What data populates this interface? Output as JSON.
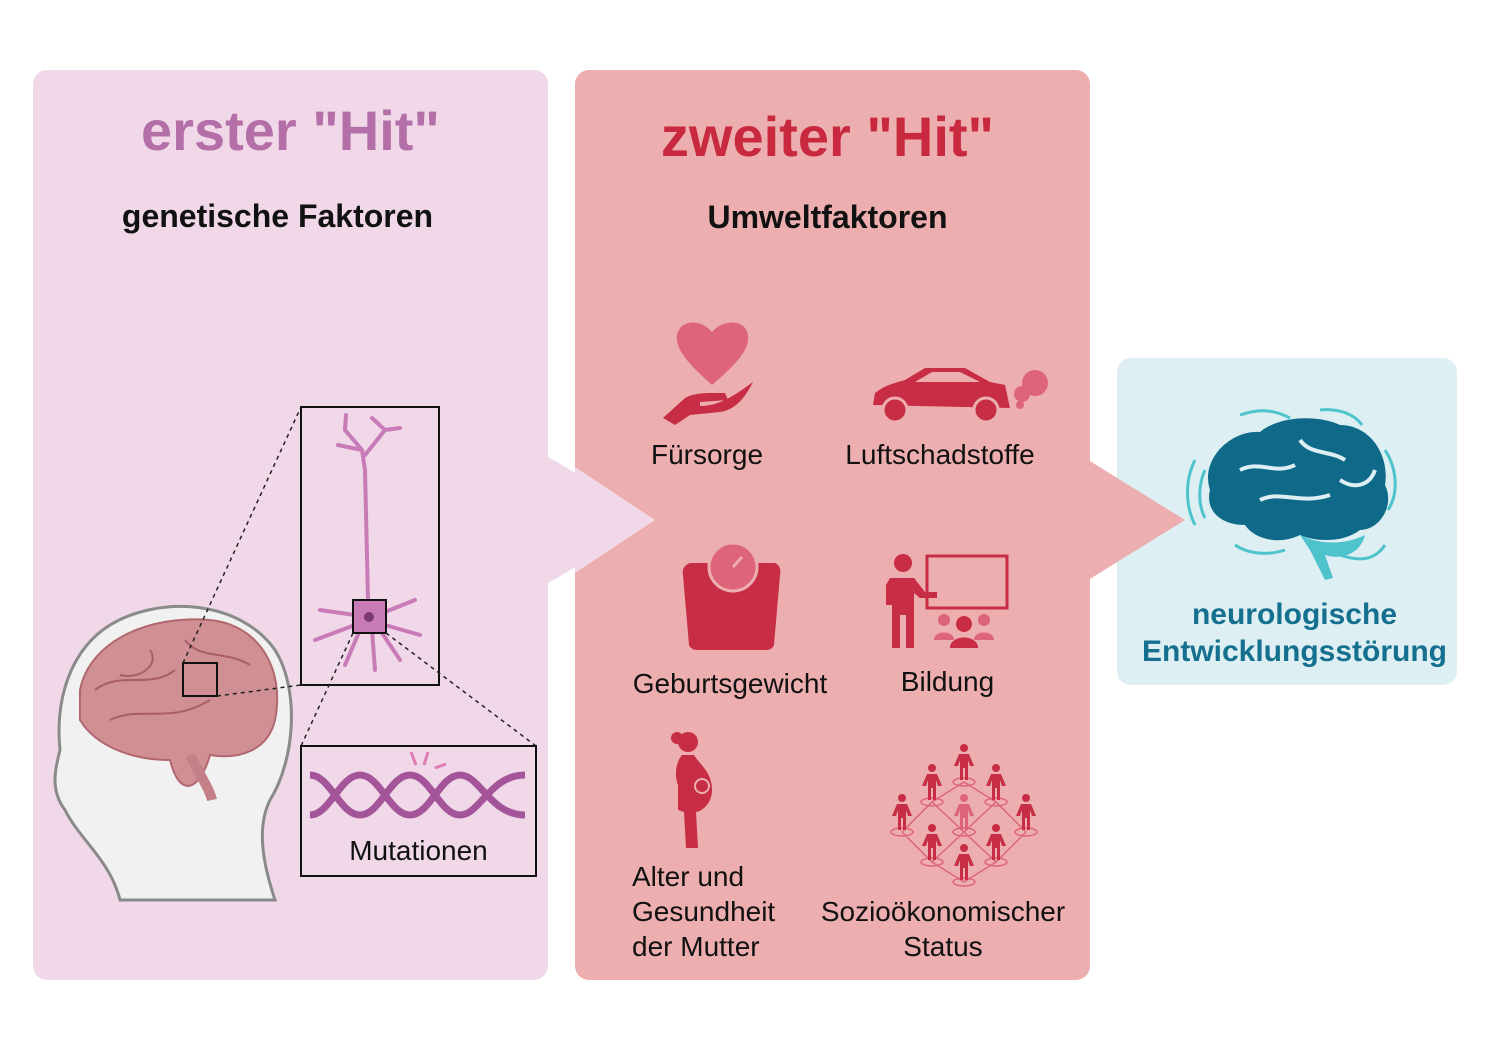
{
  "panels": {
    "first": {
      "title": "erster \"Hit\"",
      "subtitle": "genetische Faktoren",
      "mutation_label": "Mutationen"
    },
    "second": {
      "title": "zweiter \"Hit\"",
      "subtitle": "Umweltfaktoren",
      "factors": [
        {
          "label": "Fürsorge",
          "icon": "heart-hand-icon"
        },
        {
          "label": "Luftschadstoffe",
          "icon": "car-exhaust-icon"
        },
        {
          "label": "Geburtsgewicht",
          "icon": "scale-icon"
        },
        {
          "label": "Bildung",
          "icon": "teacher-icon"
        },
        {
          "label": "Alter und\nGesundheit\nder Mutter",
          "icon": "pregnant-woman-icon"
        },
        {
          "label": "Sozioökonomischer\nStatus",
          "icon": "social-network-icon"
        }
      ]
    },
    "outcome": {
      "line1": "neurologische",
      "line2": "Entwicklungsstörung"
    }
  },
  "colors": {
    "first_bg": "#f0d8e8",
    "first_title": "#b56fa8",
    "second_bg": "#ecaeae",
    "second_title": "#c8293f",
    "icon": "#c72d45",
    "icon_light": "#de6479",
    "outcome_bg": "#ddeff3",
    "outcome_text": "#15708f",
    "brain": "#0f6a8a"
  }
}
